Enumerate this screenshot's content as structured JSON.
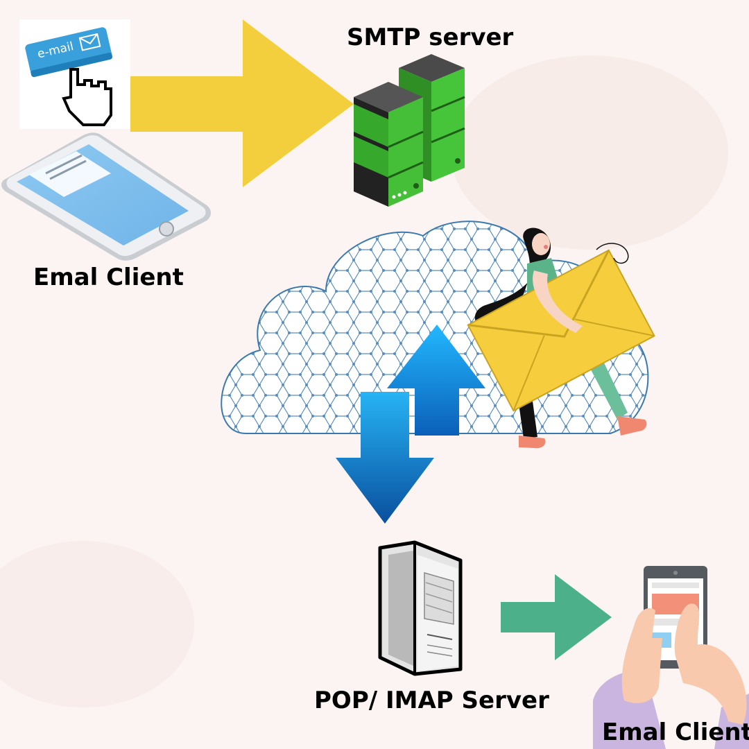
{
  "labels": {
    "smtp_server": "SMTP server",
    "email_client_top": "Emal Client",
    "pop_imap_server": "POP/ IMAP Server",
    "email_client_bottom": "Emal Client"
  },
  "email_button": {
    "text": "e-mail"
  },
  "colors": {
    "background": "#fbf4f2",
    "yellow_arrow": "#f3cf3e",
    "green_arrow": "#4cb08a",
    "blue_arrow": "#1f8fe0",
    "server_green": "#3fbf2f",
    "cloud_mesh": "#2d6fa8"
  }
}
